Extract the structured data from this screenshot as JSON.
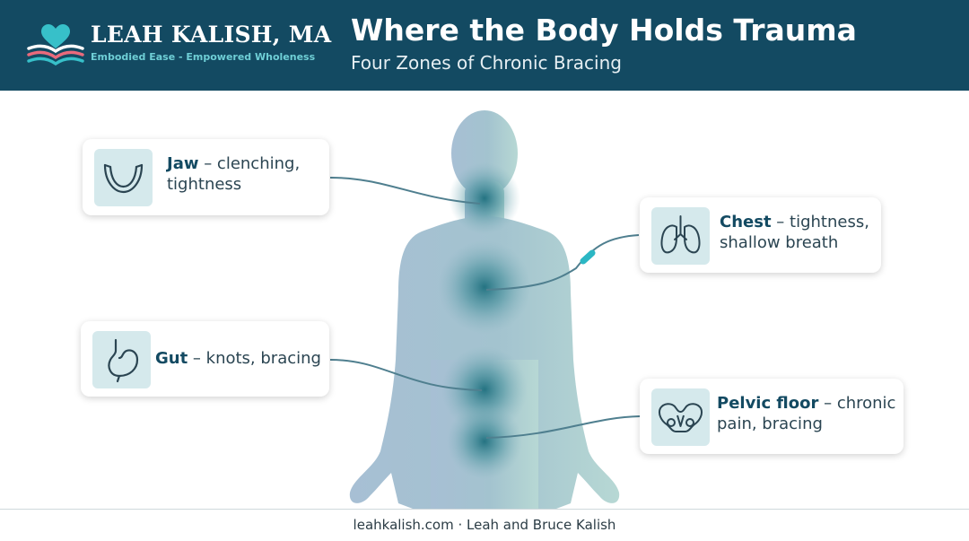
{
  "brand": {
    "name": "LEAH KALISH, MA",
    "tagline": "Embodied Ease - Empowered Wholeness"
  },
  "header": {
    "title": "Where the Body Holds Trauma",
    "subtitle": "Four Zones of Chronic Bracing"
  },
  "zones": [
    {
      "name": "Jaw",
      "description": " – clenching, tightness",
      "icon": "jaw-icon"
    },
    {
      "name": "Chest",
      "description": " – tightness, shallow breath",
      "icon": "lungs-icon"
    },
    {
      "name": "Gut",
      "description": " – knots, bracing",
      "icon": "stomach-icon"
    },
    {
      "name": "Pelvic floor",
      "description": " – chronic pain, bracing",
      "icon": "pelvis-icon"
    }
  ],
  "colors": {
    "header_bg": "#134a62",
    "accent_teal": "#2bb7c4",
    "body_fill": "#9dbccd",
    "hotspot": "#1e6f7e"
  },
  "footer": {
    "text": "leahkalish.com · Leah and Bruce Kalish"
  }
}
